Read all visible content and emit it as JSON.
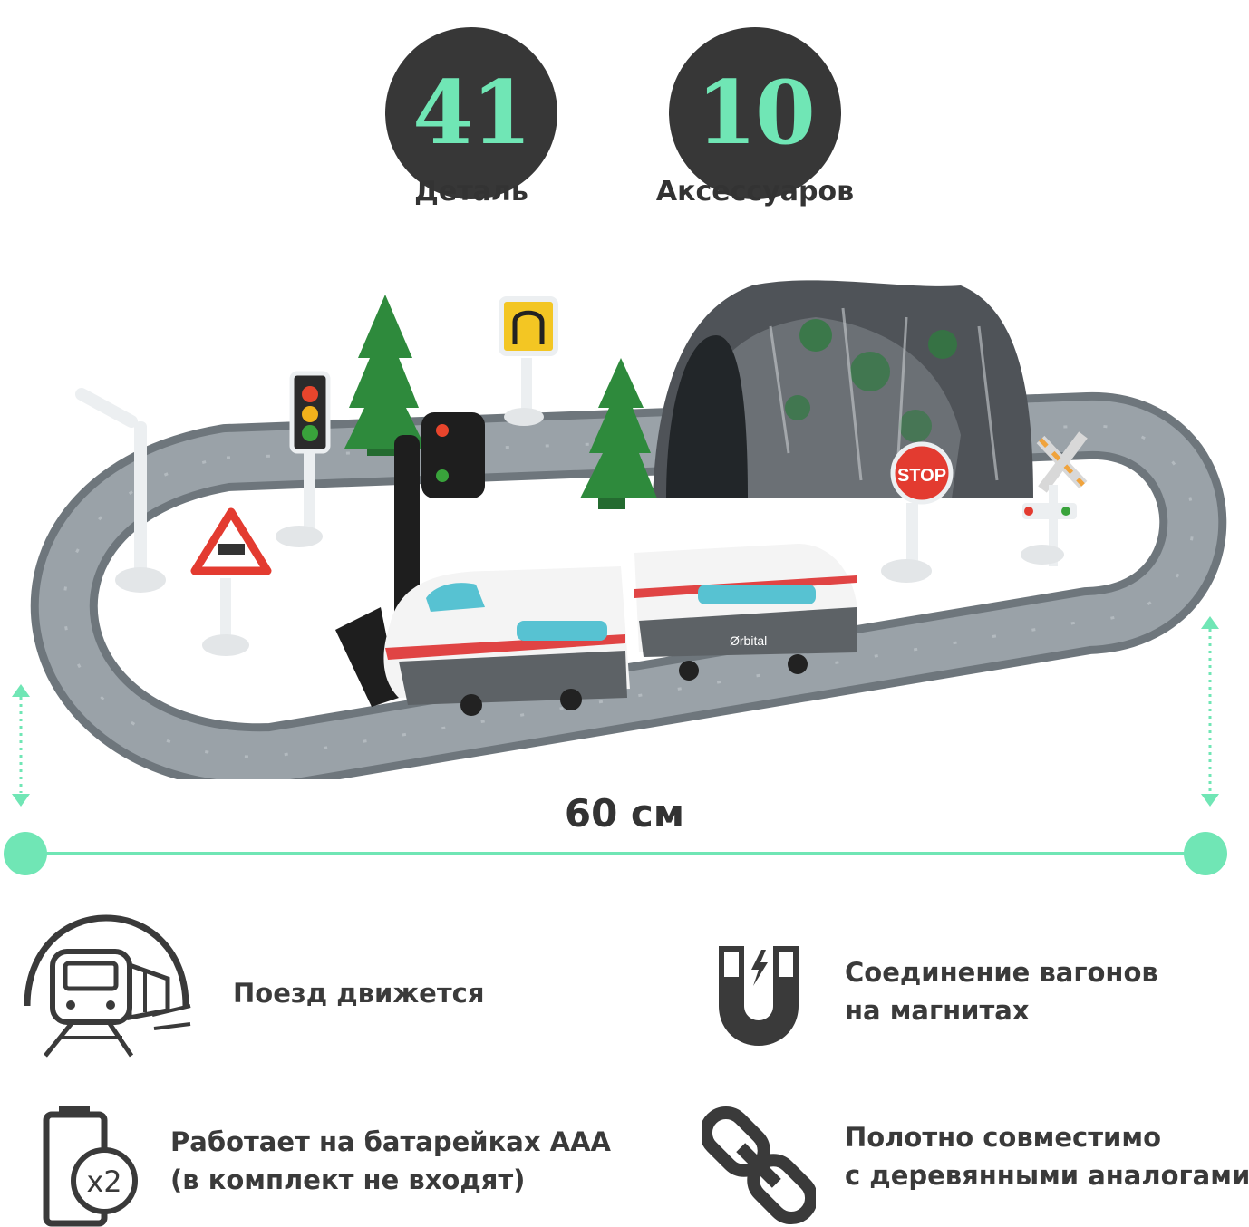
{
  "stats": [
    {
      "value": "41",
      "label": "Деталь"
    },
    {
      "value": "10",
      "label": "Аксессуаров"
    }
  ],
  "scene": {
    "stop_sign_text": "STOP",
    "brand_text": "Ørbital"
  },
  "dimension": {
    "label": "60 см"
  },
  "features": {
    "train_moves": {
      "lines": [
        "Поезд движется"
      ],
      "icon": "train-tunnel-icon"
    },
    "magnets": {
      "lines": [
        "Соединение вагонов",
        "на магнитах"
      ],
      "icon": "magnet-icon"
    },
    "batteries": {
      "lines": [
        "Работает на батарейках AAA",
        "(в комплект не входят)"
      ],
      "icon": "battery-icon",
      "badge": "x2"
    },
    "compatible": {
      "lines": [
        "Полотно совместимо",
        "с деревянными аналогами"
      ],
      "icon": "chain-link-icon"
    }
  },
  "colors": {
    "accent": "#70e6b5",
    "dark": "#373737",
    "text": "#333333",
    "track": "#7d858b"
  }
}
